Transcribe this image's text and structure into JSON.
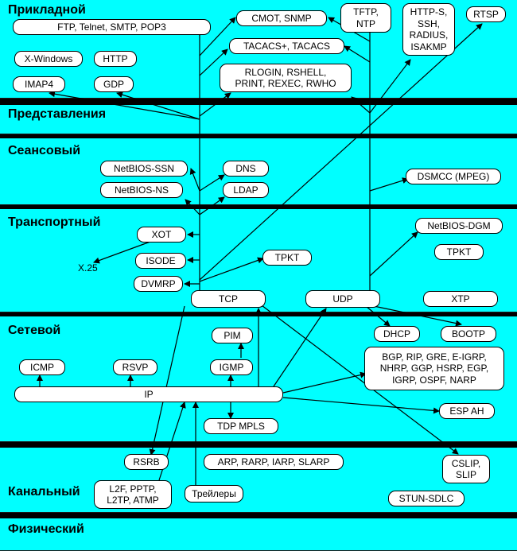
{
  "layers": {
    "application": "Прикладной",
    "presentation": "Представления",
    "session": "Сеансовый",
    "transport": "Транспортный",
    "network": "Сетевой",
    "datalink": "Канальный",
    "physical": "Физический"
  },
  "application": {
    "ftp": "FTP, Telnet, SMTP, POP3",
    "xwindows": "X-Windows",
    "http": "HTTP",
    "imap": "IMAP4",
    "gdp": "GDP",
    "cmot": "CMOT, SNMP",
    "tacacs": "TACACS+, TACACS",
    "rlogin": "RLOGIN, RSHELL,\nPRINT, REXEC, RWHO",
    "tftp": "TFTP,\nNTP",
    "https": "HTTP-S,\nSSH,\nRADIUS,\nISAKMP",
    "rtsp": "RTSP"
  },
  "session": {
    "netbios_ssn": "NetBIOS-SSN",
    "netbios_ns": "NetBIOS-NS",
    "dns": "DNS",
    "ldap": "LDAP",
    "dsmcc": "DSMCC (MPEG)"
  },
  "transport": {
    "xot": "XOT",
    "x25": "X.25",
    "isode": "ISODE",
    "dvmrp": "DVMRP",
    "tpkt_left": "TPKT",
    "netbios_dgm": "NetBIOS-DGM",
    "tpkt_right": "TPKT",
    "xtp": "XTP",
    "tcp": "TCP",
    "udp": "UDP"
  },
  "network": {
    "dhcp": "DHCP",
    "bootp": "BOOTP",
    "pim": "PIM",
    "igmp": "IGMP",
    "icmp": "ICMP",
    "rsvp": "RSVP",
    "routing": "BGP, RIP, GRE, E-IGRP,\nNHRP, GGP, HSRP, EGP,\nIGRP, OSPF, NARP",
    "ip": "IP",
    "esp": "ESP AH",
    "tdp": "TDP MPLS"
  },
  "datalink": {
    "rsrb": "RSRB",
    "arp": "ARP, RARP, IARP, SLARP",
    "l2f": "L2F, PPTP,\nL2TP, ATMP",
    "trailers": "Трейлеры",
    "cslip": "CSLIP,\nSLIP",
    "stun": "STUN-SDLC"
  }
}
